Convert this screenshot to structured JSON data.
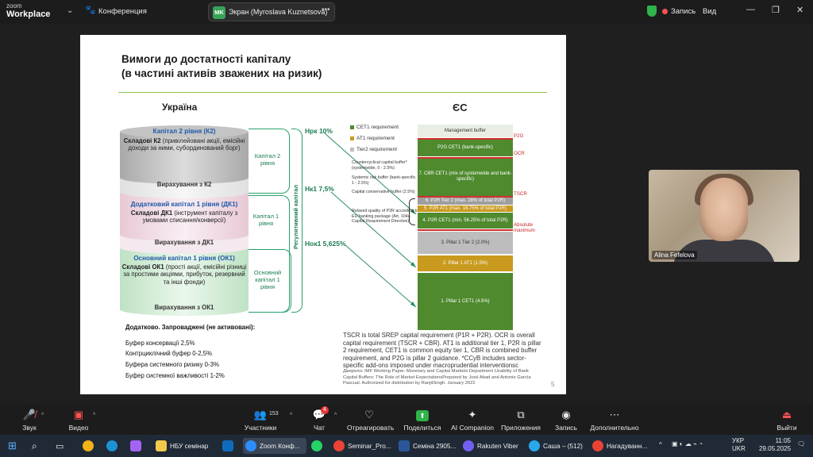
{
  "app": {
    "logo_top": "zoom",
    "logo_bottom": "Workplace",
    "meeting_name": "Конференция",
    "screen_label": "Экран (Myroslava Kuznetsova)",
    "screen_initials": "MK",
    "record_label": "Запись",
    "view_label": "Вид"
  },
  "slide": {
    "title_line1": "Вимоги до достатності капіталу",
    "title_line2": "(в частині активів зважених на ризик)",
    "heading_ukraine": "Україна",
    "heading_eu": "ЄС",
    "page_number": "5",
    "ukraine": {
      "k2_title": "Капітал 2 рівня (К2)",
      "k2_body_bold": "Складові К2",
      "k2_body": " (привілейовані акції, емісійні доходи за ними, субординований борг)",
      "k2_deduction": "Вирахування з К2",
      "dk1_title": "Додатковий капітал 1 рівня (ДК1)",
      "dk1_body_bold": "Складові ДК1",
      "dk1_body": " (інструмент капіталу з умовами списання/конверсії)",
      "dk1_deduction": "Вирахування з ДК1",
      "ok1_title": "Основний капітал 1 рівня (ОК1)",
      "ok1_body_bold": "Складові ОК1",
      "ok1_body": " (прості акції, емісійні різниці за простими акціями, прибуток, резервний та інші фонди)",
      "ok1_deduction": "Вирахування з ОК1",
      "bracket_tier2": "Капітал 2 рівня",
      "bracket_tier1": "Капітал 1 рівня",
      "bracket_core1": "Основний капітал 1 рівня",
      "bracket_regulatory": "Регулятивний капітал",
      "ratio_nrk": "Нрк 10%",
      "ratio_nk1": "Нк1 7,5%",
      "ratio_nok1": "Нок1 5,625%",
      "additional_title": "Додатково. Запроваджені (не активовані):",
      "additional_items": [
        "Буфер консервації 2,5%",
        "Контрциклічний буфер 0-2,5%",
        "Буфера системного ризику 0-3%",
        "Буфер системної важливості 1-2%"
      ]
    },
    "eu": {
      "legend": [
        "CET1 requirement",
        "AT1 requirement",
        "Tier2 requirement"
      ],
      "legend_colors": [
        "#4f8a2e",
        "#c99a1e",
        "#bdbdbd"
      ],
      "notes": {
        "countercyclical": "Countercyclical capital buffer* (systemwide, 0 - 2.5%)",
        "systemic": "Systemic risk buffer (bank-specific, 1 - 2.5%)",
        "conservative": "Capital conservative buffer (2.5%)",
        "relaxed": "Relaxed quality of P2R according to EU banking package (Art. 104a Capital Requirement Directive)."
      },
      "boxes": [
        {
          "label": "Management buffer"
        },
        {
          "label": "P2G CET1 (bank-specific)"
        },
        {
          "label": "7. CBR CET1 (mix of systemwide and bank-specific)"
        },
        {
          "label": "6. P2R Tier 2 (max. 28% of total P2R)"
        },
        {
          "label": "5. P2R AT1 (max. 18.75% of total P2R)"
        },
        {
          "label": "4. P2R CET1 (min. 56.25% of total P2R)"
        },
        {
          "label": "3. Pillar 1 Tier 2 (2.0%)"
        },
        {
          "label": "2. Pillar 1 AT1 (1.5%)"
        },
        {
          "label": "1. Pillar 1 CET1 (4.5%)"
        }
      ],
      "markers": {
        "p2g": "P2G",
        "ocr": "OCR",
        "tscr": "TSCR",
        "absolute": "Absolute maximum"
      }
    },
    "description": "TSCR is total SREP capital requirement (P1R + P2R). OCR is overall capital requirement (TSCR + CBR). AT1 is additional tier 1, P2R is pillar 2 requirement, CET1 is common equity tier 1, CBR is combined buffer requirement, and P2G is pillar 2 guidance. *CCyB includes sector-specific add-ons imposed under macroprudential interventionsc",
    "source": "Джерело: IMF Working Paper. Monetary and Capital Markets Department Usability of Bank Capital Buffers: The Role of Market ExpectationsPrepared by José Abad and Antonio García Pascual. Authorized for distribution by RanjitSingh. January 2022"
  },
  "video": {
    "participant_name": "Alina Fefelova"
  },
  "toolbar": {
    "audio": "Звук",
    "video": "Видео",
    "participants": "Участники",
    "participants_count": "153",
    "chat": "Чат",
    "chat_badge": "4",
    "react": "Отреагировать",
    "share": "Поделиться",
    "ai": "AI Companion",
    "apps": "Приложения",
    "record": "Запись",
    "more": "Дополнительно",
    "leave": "Выйти"
  },
  "taskbar": {
    "items": [
      "НБУ семінар",
      "Zoom Конф...",
      "Seminar_Pro...",
      "Семіна 2905...",
      "Rakuten Viber",
      "Саша – (512)",
      "Нагадуванн..."
    ],
    "lang1": "УКР",
    "lang2": "UKR",
    "time": "11:05",
    "date": "29.05.2025"
  }
}
